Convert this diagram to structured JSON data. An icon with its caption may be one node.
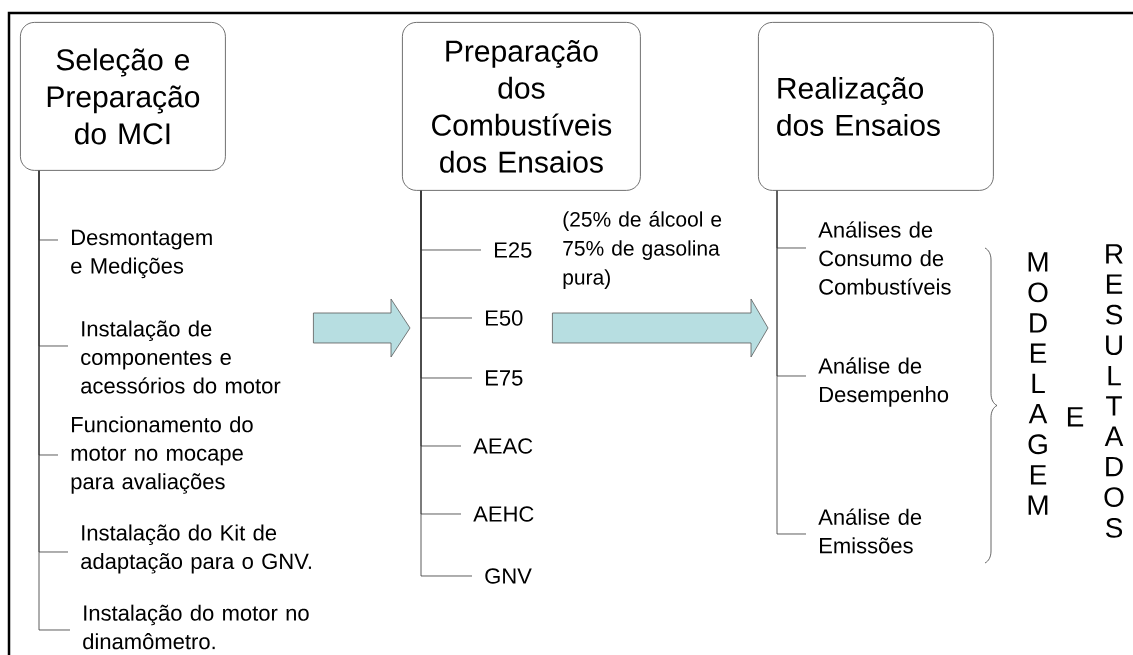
{
  "diagram": {
    "nodes": [
      {
        "text": [
          "Seleção e Preparação do MCI"
        ]
      },
      {
        "text": [
          "Desmontagem e Medições"
        ]
      },
      {
        "text": [
          "Instalação de componentes e acessórios do motor"
        ]
      },
      {
        "text": [
          "Funcionamento do motor no mocape para avaliações"
        ]
      },
      {
        "text": [
          "Instalação do Kit de adaptação para o GNV."
        ]
      },
      {
        "text": [
          "Instalação do motor no dinamômetro."
        ]
      },
      {
        "text": [
          "Preparação dos Combustíveis dos Ensaios"
        ]
      },
      {
        "text": [
          "E25"
        ],
        "beside": [
          "(25% de álcool e 75% de gasolina pura)"
        ]
      },
      {
        "text": [
          "E50"
        ]
      },
      {
        "text": [
          "E75"
        ]
      },
      {
        "text": [
          "AEAC"
        ]
      },
      {
        "text": [
          "AEHC"
        ]
      },
      {
        "text": [
          "GNV"
        ]
      },
      {
        "text": [
          "Realização dos Ensaios"
        ]
      },
      {
        "text": [
          "Análises de Consumo de Combustíveis"
        ]
      },
      {
        "text": [
          "Análise de Desempenho"
        ]
      },
      {
        "text": [
          "Análise de Emissões"
        ]
      }
    ],
    "edges": [
      {
        "from": 0,
        "to": 1,
        "arrow": "none"
      },
      {
        "from": 0,
        "to": 2,
        "arrow": "none"
      },
      {
        "from": 0,
        "to": 3,
        "arrow": "none"
      },
      {
        "from": 0,
        "to": 4,
        "arrow": "none"
      },
      {
        "from": 0,
        "to": 5,
        "arrow": "none"
      },
      {
        "from": 6,
        "to": 7,
        "arrow": "none"
      },
      {
        "from": 6,
        "to": 8,
        "arrow": "none"
      },
      {
        "from": 6,
        "to": 9,
        "arrow": "none"
      },
      {
        "from": 6,
        "to": 10,
        "arrow": "none"
      },
      {
        "from": 6,
        "to": 11,
        "arrow": "none"
      },
      {
        "from": 6,
        "to": 12,
        "arrow": "none"
      },
      {
        "from": 13,
        "to": 14,
        "arrow": "none"
      },
      {
        "from": 13,
        "to": 15,
        "arrow": "none"
      },
      {
        "from": 13,
        "to": 16,
        "arrow": "none"
      },
      {
        "from": 2,
        "to": 8,
        "arrow": "to"
      },
      {
        "from": 8,
        "to": 15,
        "arrow": "to"
      }
    ],
    "labels": [
      "MODELAGEM",
      "E",
      "RESULTADOS"
    ]
  }
}
